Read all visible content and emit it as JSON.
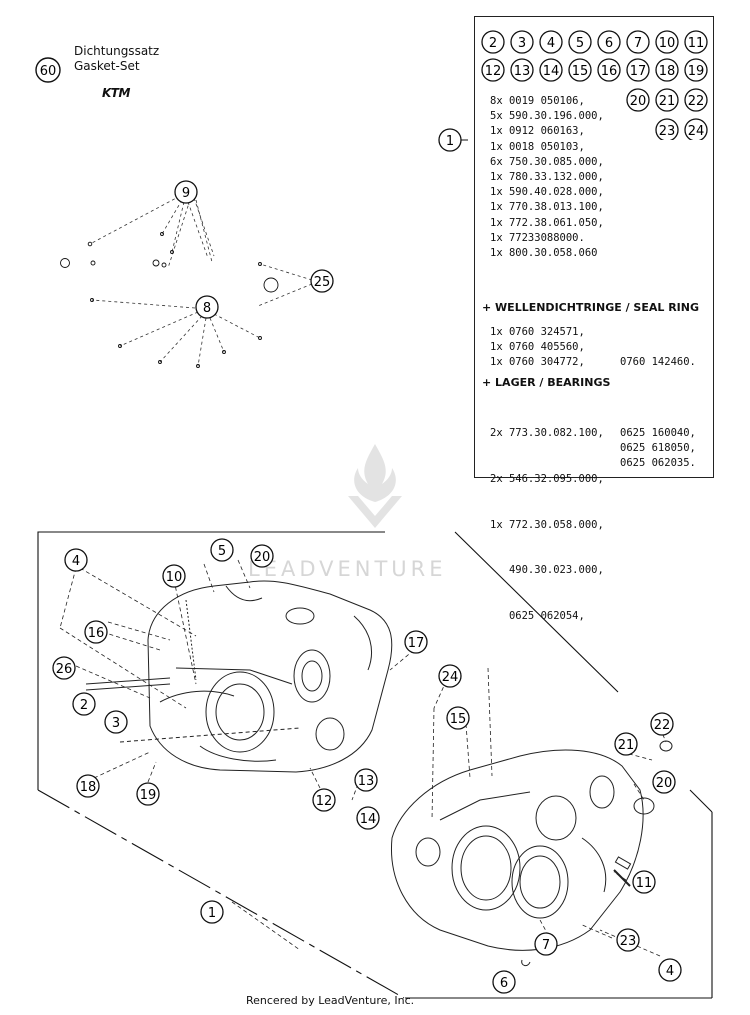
{
  "gasket_set": {
    "callout": "60",
    "title_de": "Dichtungssatz",
    "title_en": "Gasket-Set",
    "brand": "KTM"
  },
  "kit_box": {
    "callout": "1",
    "included_callouts": [
      "2",
      "3",
      "4",
      "5",
      "6",
      "7",
      "10",
      "11",
      "12",
      "13",
      "14",
      "15",
      "16",
      "17",
      "18",
      "19",
      "20",
      "21",
      "22",
      "23",
      "24"
    ],
    "parts": [
      "8x 0019 050106,",
      "5x 590.30.196.000,",
      "1x 0912 060163,",
      "1x 0018 050103,",
      "6x 750.30.085.000,",
      "1x 780.33.132.000,",
      "1x 590.40.028.000,",
      "1x 770.38.013.100,",
      "1x 772.38.061.050,",
      "1x 77233088000.",
      "1x 800.30.058.060"
    ],
    "seal_heading": "+ WELLENDICHTRINGE /  SEAL RING",
    "seal_lines": [
      "1x 0760 324571,",
      "1x 0760 405560,",
      "1x 0760 304772,"
    ],
    "seal_extra": "0760 142460.",
    "bearing_heading": "+ LAGER / BEARINGS",
    "bearing_lines": [
      "2x 773.30.082.100,",
      "2x 546.32.095.000,",
      "1x 772.30.058.000,",
      "   490.30.023.000,",
      "   0625 062054,"
    ],
    "bearing_extra": [
      "0625 160040,",
      "0625 618050,",
      "0625 062035."
    ]
  },
  "small_parts_callouts": [
    "9",
    "8",
    "25"
  ],
  "exploded_callouts": [
    "4",
    "5",
    "20",
    "10",
    "16",
    "26",
    "2",
    "3",
    "18",
    "19",
    "17",
    "24",
    "15",
    "22",
    "21",
    "20",
    "13",
    "14",
    "12",
    "11",
    "1",
    "7",
    "23",
    "6",
    "4"
  ],
  "watermark": "LEADVENTURE",
  "footer": "Rencered by LeadVenture, Inc."
}
